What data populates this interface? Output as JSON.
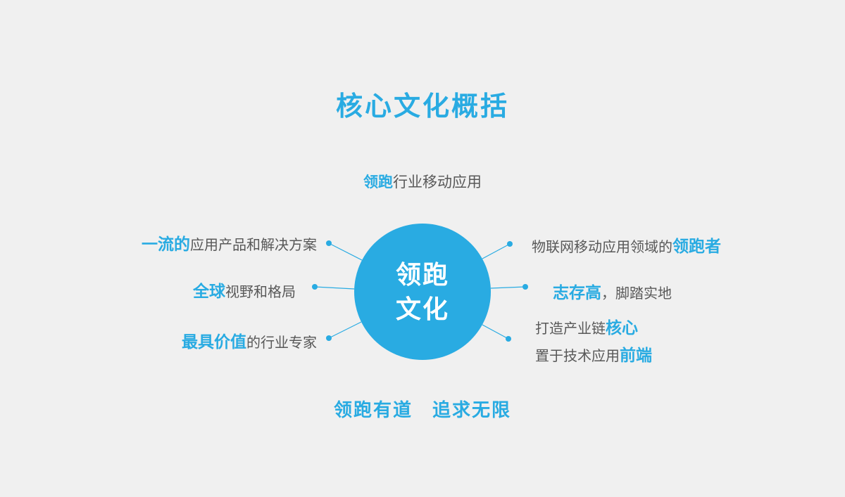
{
  "title": "核心文化概括",
  "diagram": {
    "center": {
      "line1": "领跑",
      "line2": "文化"
    },
    "top": {
      "blue": "领跑",
      "gray": "行业移动应用"
    },
    "left": [
      {
        "blue": "一流的",
        "gray": "应用产品和解决方案"
      },
      {
        "blue": "全球",
        "gray": "视野和格局"
      },
      {
        "blue": "最具价值",
        "gray": "的行业专家"
      }
    ],
    "right": [
      {
        "gray": "物联网移动应用领域的",
        "blue": "领跑者"
      },
      {
        "blue": "志存高",
        "gray": "，脚踏实地"
      },
      {
        "line1": {
          "gray": "打造产业链",
          "blue": "核心"
        },
        "line2": {
          "gray": "置于技术应用",
          "blue": "前端"
        }
      }
    ]
  },
  "footer": {
    "text": "领跑有道　追求无限"
  },
  "colors": {
    "accent": "#29abe2",
    "gray_text": "#585858",
    "background": "#f0f0f0",
    "white": "#ffffff"
  }
}
